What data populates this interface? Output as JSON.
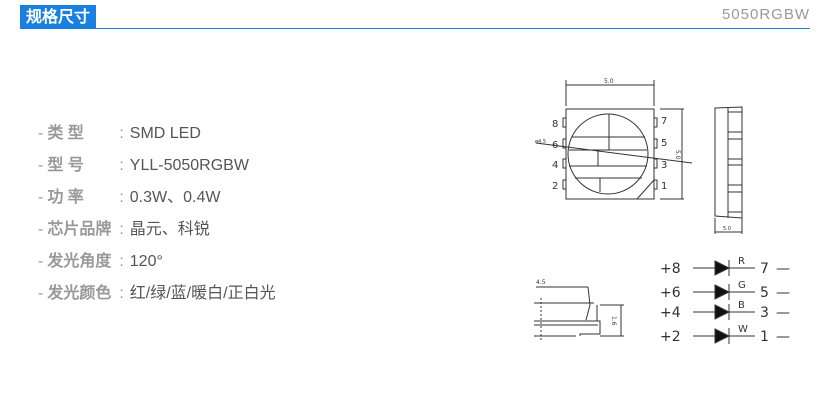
{
  "header": {
    "title": "规格尺寸",
    "model": "5050RGBW"
  },
  "specs": [
    {
      "label": "类  型",
      "value": "SMD LED"
    },
    {
      "label": "型  号",
      "value": "YLL-5050RGBW"
    },
    {
      "label": "功  率",
      "value": "0.3W、0.4W"
    },
    {
      "label": "芯片品牌",
      "value": "晶元、科锐"
    },
    {
      "label": "发光角度",
      "value": "120°"
    },
    {
      "label": "发光颜色",
      "value": "红/绿/蓝/暖白/正白光"
    }
  ],
  "drawing": {
    "top_dim": "5.0",
    "side_dim": "5.0",
    "depth_dim": "5.0",
    "hole": "ø4.5",
    "pins_left": [
      "8",
      "6",
      "4",
      "2"
    ],
    "pins_right": [
      "7",
      "5",
      "3",
      "1"
    ],
    "profile_width": "4.5",
    "profile_height": "1.6",
    "circuit": [
      {
        "plus": "+8",
        "color": "R",
        "minus": "7"
      },
      {
        "plus": "+6",
        "color": "G",
        "minus": "5"
      },
      {
        "plus": "+4",
        "color": "B",
        "minus": "3"
      },
      {
        "plus": "+2",
        "color": "W",
        "minus": "1"
      }
    ],
    "minus_sign": "—"
  }
}
